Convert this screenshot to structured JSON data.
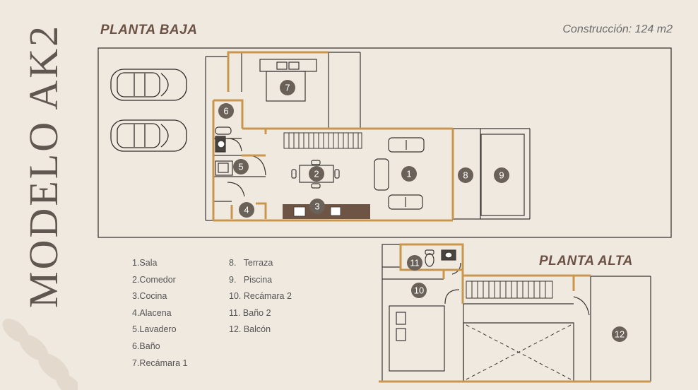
{
  "model_title": "MODELO AK2",
  "ground_floor": {
    "title": "PLANTA BAJA",
    "construction": "Construcción: 124 m2"
  },
  "upper_floor": {
    "title": "PLANTA ALTA"
  },
  "room_numbers": [
    "1",
    "2",
    "3",
    "4",
    "5",
    "6",
    "7",
    "8",
    "9",
    "10",
    "11",
    "12"
  ],
  "legend_col1": [
    "1.Sala",
    "2.Comedor",
    "3.Cocina",
    "4.Alacena",
    "5.Lavadero",
    "6.Baño",
    "7.Recámara 1"
  ],
  "legend_col2": [
    "8.   Terraza",
    "9.   Piscina",
    "10. Recámara 2",
    "11. Baño 2",
    "12. Balcón"
  ],
  "colors": {
    "background": "#f0e9e0",
    "wall_accent": "#c9964f",
    "line": "#3a3633",
    "marker": "#6a6259",
    "title": "#6b5245"
  }
}
